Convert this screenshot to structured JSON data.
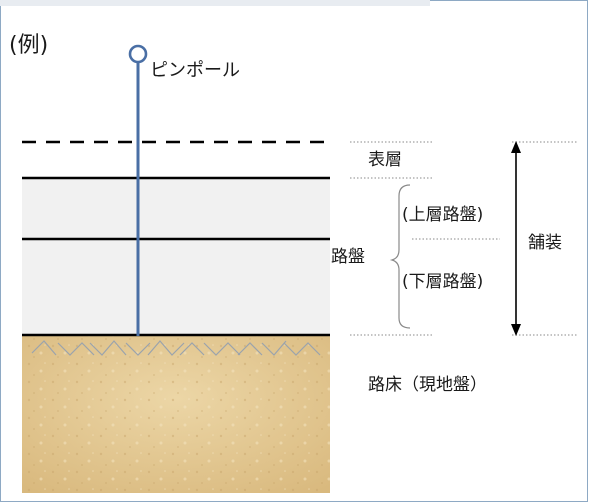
{
  "title": "(例)",
  "labels": {
    "pin_pole": "ピンポール",
    "surface_layer": "表層",
    "upper_base": "(上層路盤)",
    "lower_base": "(下層路盤)",
    "base_course": "路盤",
    "pavement": "舗装",
    "subgrade": "路床（現地盤）"
  },
  "colors": {
    "pole": "#4a6fa5",
    "layer_fill": "#f1f1f1",
    "soil": "#e3c894",
    "line": "#000000",
    "guide": "#8a8a8a"
  }
}
